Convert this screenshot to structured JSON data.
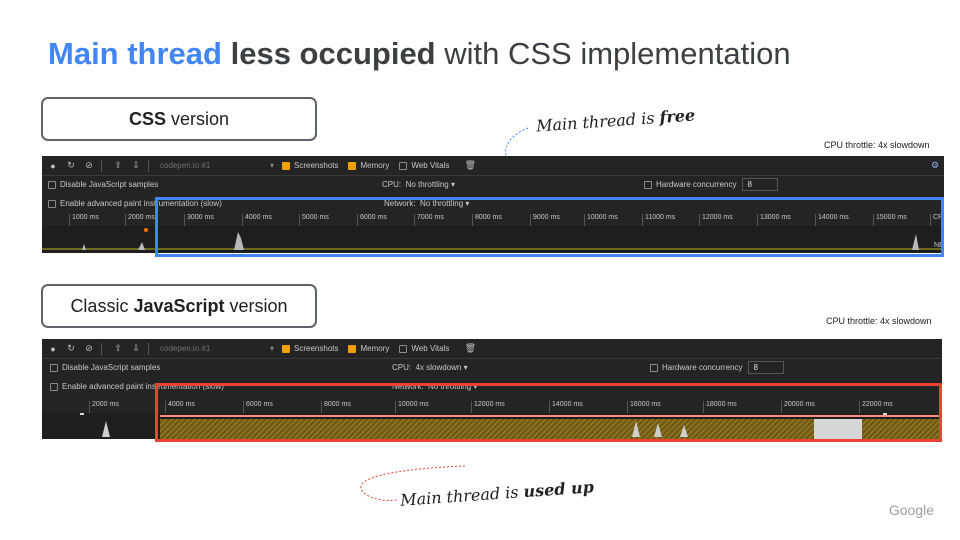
{
  "title": {
    "part1": "Main thread",
    "part2": "less occupied",
    "part3": "with CSS implementation"
  },
  "css_panel": {
    "label_bold": "CSS",
    "label_rest": "version",
    "annotation": {
      "prefix": "Main thread is",
      "emph": "free"
    },
    "throttle_note": "CPU throttle: 4x slowdown",
    "toolbar": {
      "url": "codepen.io #1",
      "screenshots": "Screenshots",
      "memory": "Memory",
      "web_vitals": "Web Vitals"
    },
    "settings": {
      "disable_js": "Disable JavaScript samples",
      "cpu_label": "CPU:",
      "cpu_value": "No throttling",
      "hardware_label": "Hardware concurrency",
      "hardware_value": "8",
      "advanced_paint": "Enable advanced paint instrumentation (slow)",
      "network_label": "Network:",
      "network_value": "No throttling"
    },
    "ruler": [
      "1000 ms",
      "2000 ms",
      "3000 ms",
      "4000 ms",
      "5000 ms",
      "6000 ms",
      "7000 ms",
      "8000 ms",
      "9000 ms",
      "10000 ms",
      "11000 ms",
      "12000 ms",
      "13000 ms",
      "14000 ms",
      "15000 ms"
    ],
    "edge_labels": [
      "CP",
      "NE"
    ],
    "highlight_color": "#4285f4"
  },
  "js_panel": {
    "label_prefix": "Classic",
    "label_bold": "JavaScript",
    "label_rest": "version",
    "annotation": {
      "prefix": "Main thread is",
      "emph": "used up"
    },
    "throttle_note": "CPU throttle: 4x slowdown",
    "toolbar": {
      "url": "codepen.io #1",
      "screenshots": "Screenshots",
      "memory": "Memory",
      "web_vitals": "Web Vitals"
    },
    "settings": {
      "disable_js": "Disable JavaScript samples",
      "cpu_label": "CPU:",
      "cpu_value": "4x slowdown",
      "hardware_label": "Hardware concurrency",
      "hardware_value": "8",
      "advanced_paint": "Enable advanced paint instrumentation (slow)",
      "network_label": "Network:",
      "network_value": "No throttling"
    },
    "ruler": [
      "2000 ms",
      "4000 ms",
      "6000 ms",
      "8000 ms",
      "10000 ms",
      "12000 ms",
      "14000 ms",
      "16000 ms",
      "18000 ms",
      "20000 ms",
      "22000 ms"
    ],
    "highlight_color": "#ea4335"
  },
  "footer": {
    "brand": "Google"
  },
  "icons": [
    "record-icon",
    "reload-icon",
    "clear-icon",
    "upload-icon",
    "download-icon",
    "chevron-down-icon",
    "trash-icon",
    "gear-icon"
  ]
}
